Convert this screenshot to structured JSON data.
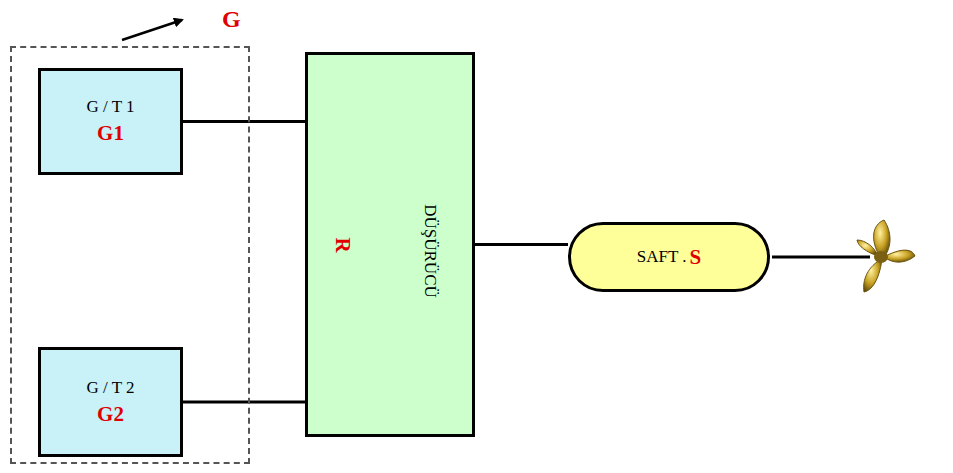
{
  "diagram": {
    "nodes": [
      {
        "text": [
          "G"
        ]
      },
      {
        "text": [
          "G / T 1",
          "G1"
        ],
        "in": 0
      },
      {
        "text": [
          "G / T 2",
          "G2"
        ],
        "in": 0
      },
      {
        "text": [
          "DÜŞÜRÜCÜ",
          "R"
        ]
      },
      {
        "text": [
          "SAFT .",
          "S"
        ]
      }
    ],
    "edges": [
      {
        "from": 1,
        "to": 3,
        "arrow": "none"
      },
      {
        "from": 2,
        "to": 3,
        "arrow": "none"
      },
      {
        "from": 3,
        "to": 4,
        "arrow": "none"
      }
    ]
  }
}
